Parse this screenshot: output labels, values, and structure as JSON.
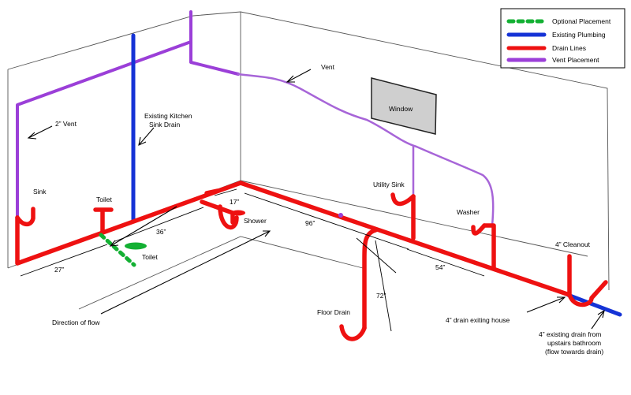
{
  "legend": {
    "items": [
      {
        "label": "Optional Placement",
        "color": "#13b033",
        "style": "dashed"
      },
      {
        "label": "Existing Plumbing",
        "color": "#1533d6",
        "style": "solid"
      },
      {
        "label": "Drain Lines",
        "color": "#ee1111",
        "style": "solid"
      },
      {
        "label": "Vent Placement",
        "color": "#9b3fd8",
        "style": "solid"
      }
    ]
  },
  "labels": {
    "vent": "Vent",
    "window": "Window",
    "vent_2in": "2” Vent",
    "kitchen_line1": "Existing  Kitchen",
    "kitchen_line2": "Sink  Drain",
    "sink": "Sink",
    "toilet": "Toilet",
    "toilet_optional": "Toilet",
    "shower": "Shower",
    "utility_sink": "Utility Sink",
    "washer": "Washer",
    "cleanout": "4” Cleanout",
    "floor_drain": "Floor Drain",
    "direction_of_flow": "Direction of flow",
    "exiting_house": "4” drain exiting house",
    "upstairs_line1": "4” existing drain from",
    "upstairs_line2": "upstairs bathroom",
    "upstairs_line3": "(flow towards drain)"
  },
  "dimensions": {
    "d27": "27”",
    "d36": "36”",
    "d17": "17”",
    "d96": "96”",
    "d54": "54”",
    "d72": "72”"
  }
}
